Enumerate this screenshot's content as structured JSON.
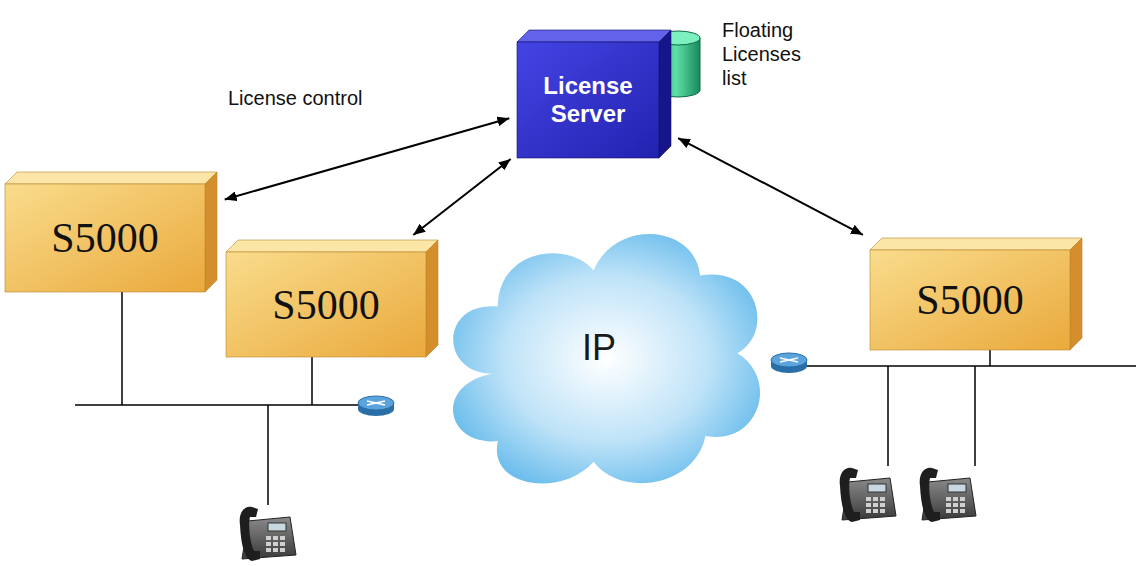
{
  "diagram": {
    "nodes": [
      {
        "text": [
          "License Server"
        ]
      },
      {
        "text": [
          "S5000"
        ]
      },
      {
        "text": [
          "S5000"
        ]
      },
      {
        "text": [
          "IP"
        ]
      },
      {
        "text": [
          "S5000"
        ]
      }
    ],
    "edges": [
      {
        "from": 0,
        "to": 1,
        "arrow": "both"
      },
      {
        "from": 0,
        "to": 2,
        "arrow": "both"
      },
      {
        "from": 0,
        "to": 4,
        "arrow": "both"
      }
    ],
    "labels": [
      "License control",
      "Floating Licenses list"
    ]
  }
}
